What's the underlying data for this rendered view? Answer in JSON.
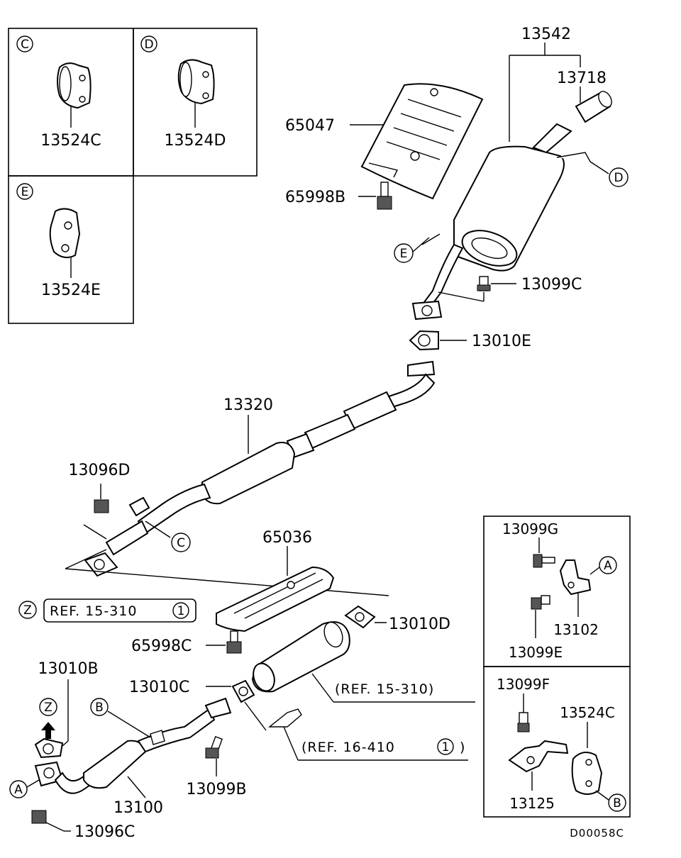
{
  "diagram_code": "D00058C",
  "callouts": {
    "c": "C",
    "d": "D",
    "e": "E",
    "a": "A",
    "b": "B",
    "z": "Z"
  },
  "inset_boxes": {
    "box_c": {
      "marker": "C",
      "part": "13524C"
    },
    "box_d": {
      "marker": "D",
      "part": "13524D"
    },
    "box_e": {
      "marker": "E",
      "part": "13524E"
    },
    "box_a": {
      "parts": [
        "13099G",
        "13102",
        "13099E"
      ],
      "marker": "A"
    },
    "box_b": {
      "parts": [
        "13099F",
        "13524C",
        "13125"
      ],
      "marker": "B"
    }
  },
  "labels": {
    "p13542": "13542",
    "p13718": "13718",
    "p65047": "65047",
    "p65998b": "65998B",
    "p13099c": "13099C",
    "p13010e": "13010E",
    "p13320": "13320",
    "p13096d": "13096D",
    "p65036": "65036",
    "p13010d": "13010D",
    "p65998c": "65998C",
    "p13010b": "13010B",
    "p13010c": "13010C",
    "p13099b": "13099B",
    "p13100": "13100",
    "p13096c": "13096C"
  },
  "references": {
    "ref_z": "REF. 15-310",
    "ref_z_num": "1",
    "ref_cat": "(REF. 15-310)",
    "ref_pipe": "(REF. 16-410",
    "ref_pipe_num": "1",
    "ref_pipe_close": ")"
  }
}
